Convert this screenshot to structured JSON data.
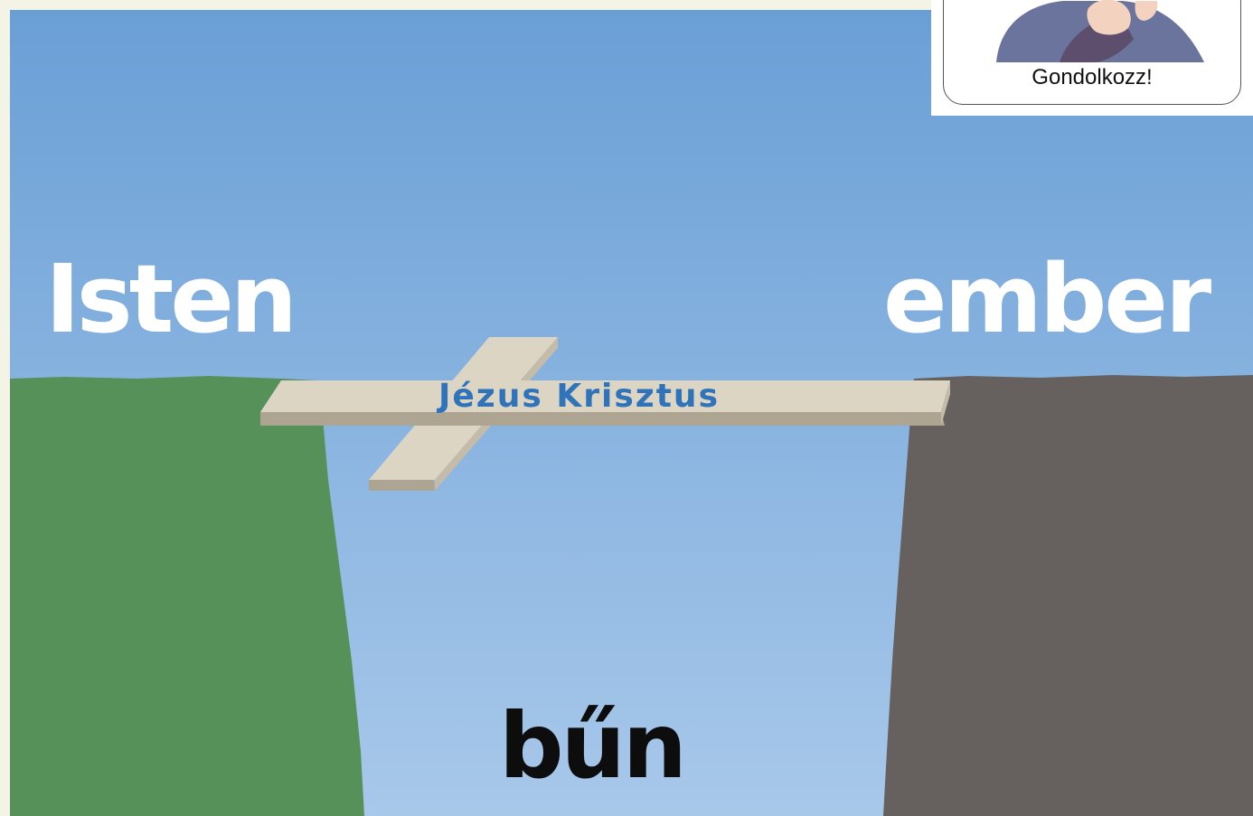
{
  "illustration": {
    "left_label": "Isten",
    "right_label": "ember",
    "gap_label": "bűn",
    "bridge_label": "Jézus Krisztus"
  },
  "callout": {
    "label": "Gondolkozz!",
    "icon": "thinking-person-icon"
  },
  "colors": {
    "background": "#f3f4e6",
    "sky_top": "#6a9fd6",
    "sky_bottom": "#a8c8ea",
    "left_cliff": "#57915a",
    "right_cliff": "#66615e",
    "cross_face": "#dcd5c4",
    "cross_shadow": "#aea492",
    "bridge_text": "#2f73ba",
    "gap_text": "#0d0d0d"
  }
}
